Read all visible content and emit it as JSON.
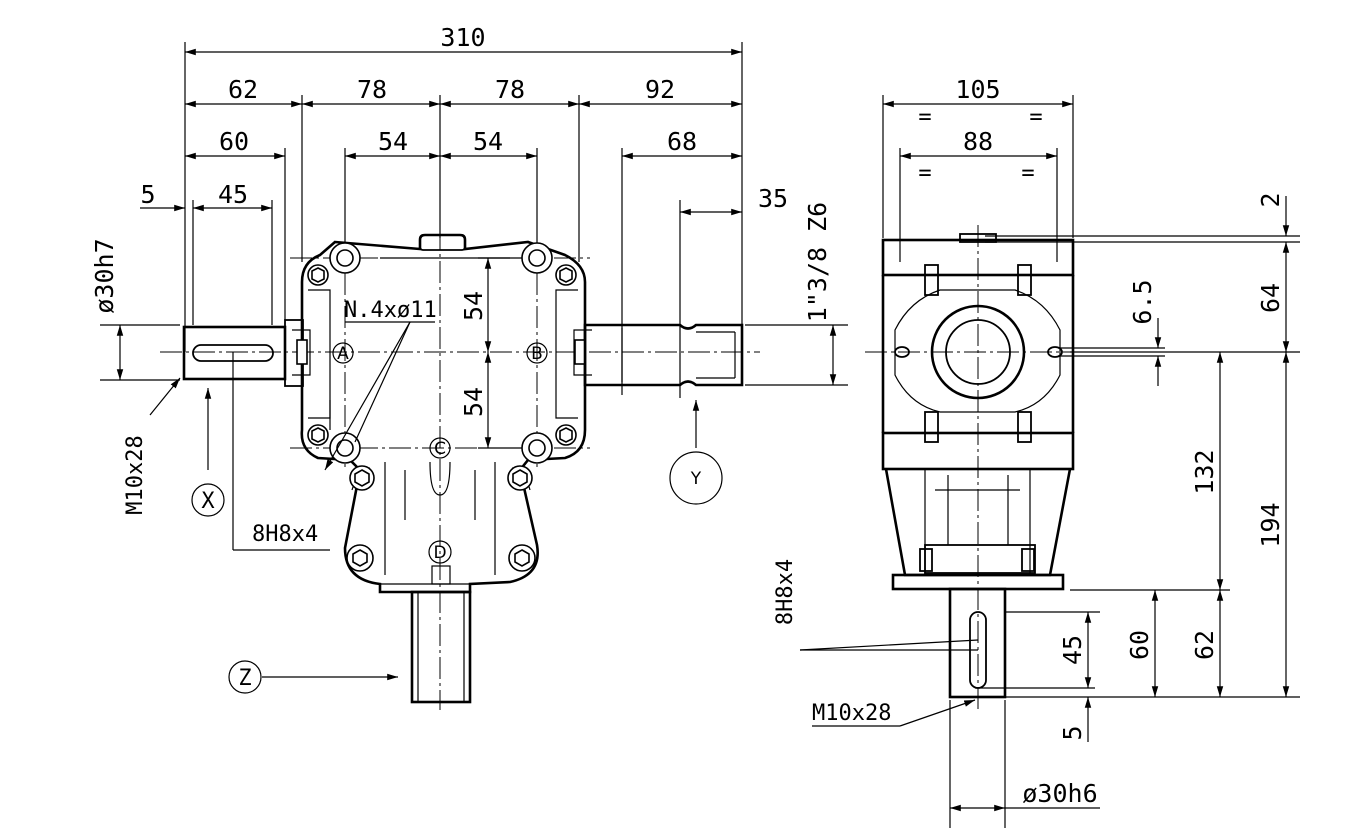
{
  "front_view": {
    "dims": {
      "overall": "310",
      "d62": "62",
      "d78a": "78",
      "d78b": "78",
      "d92": "92",
      "d60": "60",
      "d54a": "54",
      "d54b": "54",
      "d68": "68",
      "d5": "5",
      "d45": "45",
      "d35": "35",
      "thread": "1\"3/8 Z6",
      "shaft_dia": "ø30h7",
      "v54a": "54",
      "v54b": "54"
    },
    "notes": {
      "holes": "N.4xø11",
      "key": "8H8x4",
      "screw": "M10x28"
    },
    "markers": {
      "A": "A",
      "B": "B",
      "C": "C",
      "D": "D",
      "X": "X",
      "Y": "Y",
      "Z": "Z"
    }
  },
  "side_view": {
    "dims": {
      "d105": "105",
      "d88": "88",
      "eq": "=",
      "d2": "2",
      "d64": "64",
      "d6_5": "6.5",
      "d132": "132",
      "d194": "194",
      "d45": "45",
      "d60": "60",
      "d62": "62",
      "d5": "5",
      "shaft_dia": "ø30h6"
    },
    "notes": {
      "key": "8H8x4",
      "screw": "M10x28"
    }
  }
}
